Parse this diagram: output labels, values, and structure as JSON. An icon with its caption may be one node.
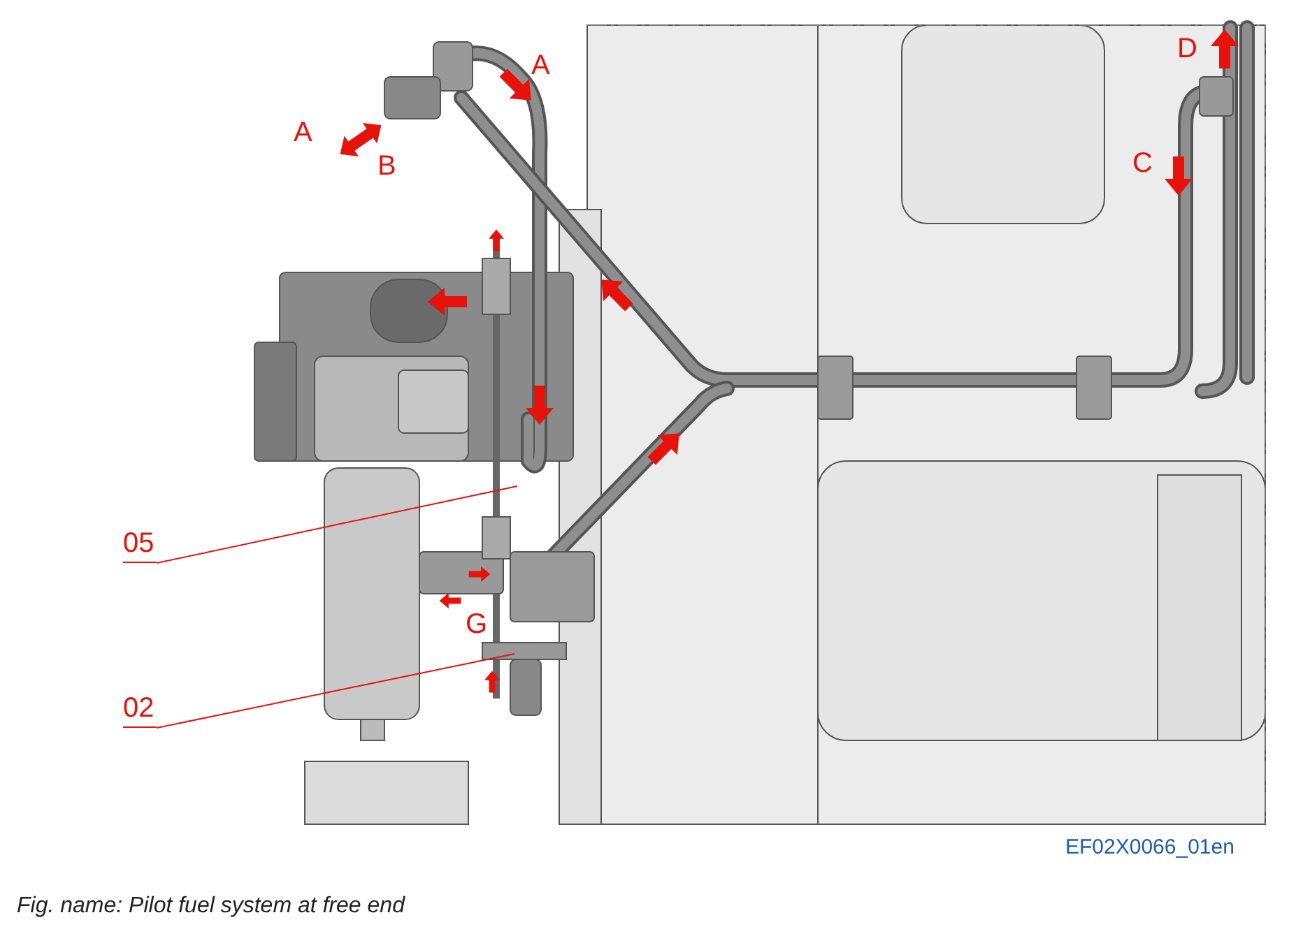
{
  "diagram": {
    "caption": "Fig. name: Pilot fuel system at free end",
    "nodes": [
      {
        "text": [
          "05"
        ]
      },
      {
        "text": [
          "02"
        ]
      }
    ],
    "edges": [
      {
        "from": 0,
        "to": null,
        "arrow": "none"
      },
      {
        "from": 1,
        "to": null,
        "arrow": "none"
      }
    ],
    "labels": [
      "D",
      "A",
      "A",
      "C",
      "B",
      "G",
      "EF02X0066_01en"
    ]
  }
}
